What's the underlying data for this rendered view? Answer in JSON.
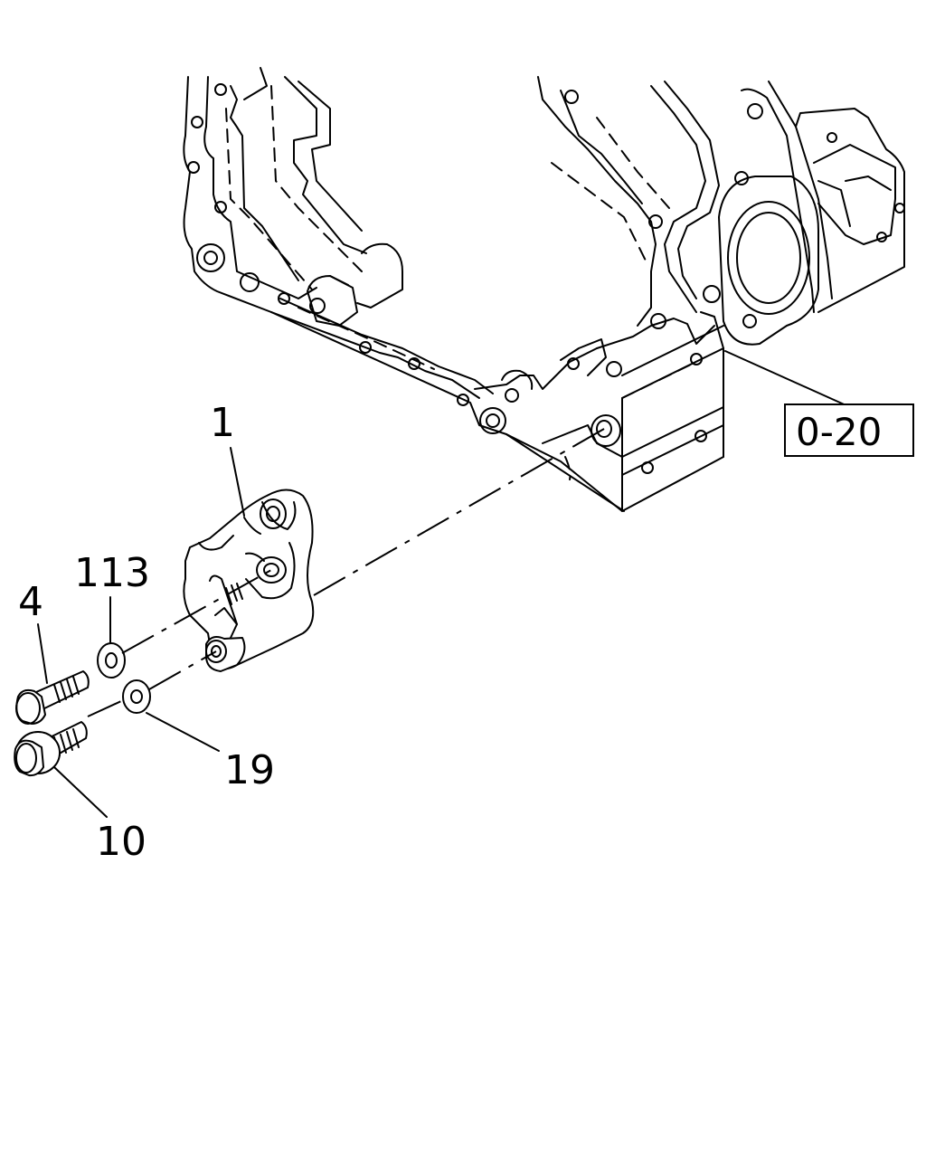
{
  "callouts": {
    "part_1": "1",
    "part_113": "113",
    "part_4": "4",
    "part_19": "19",
    "part_10": "10"
  },
  "reference_box": {
    "label": "0-20"
  }
}
